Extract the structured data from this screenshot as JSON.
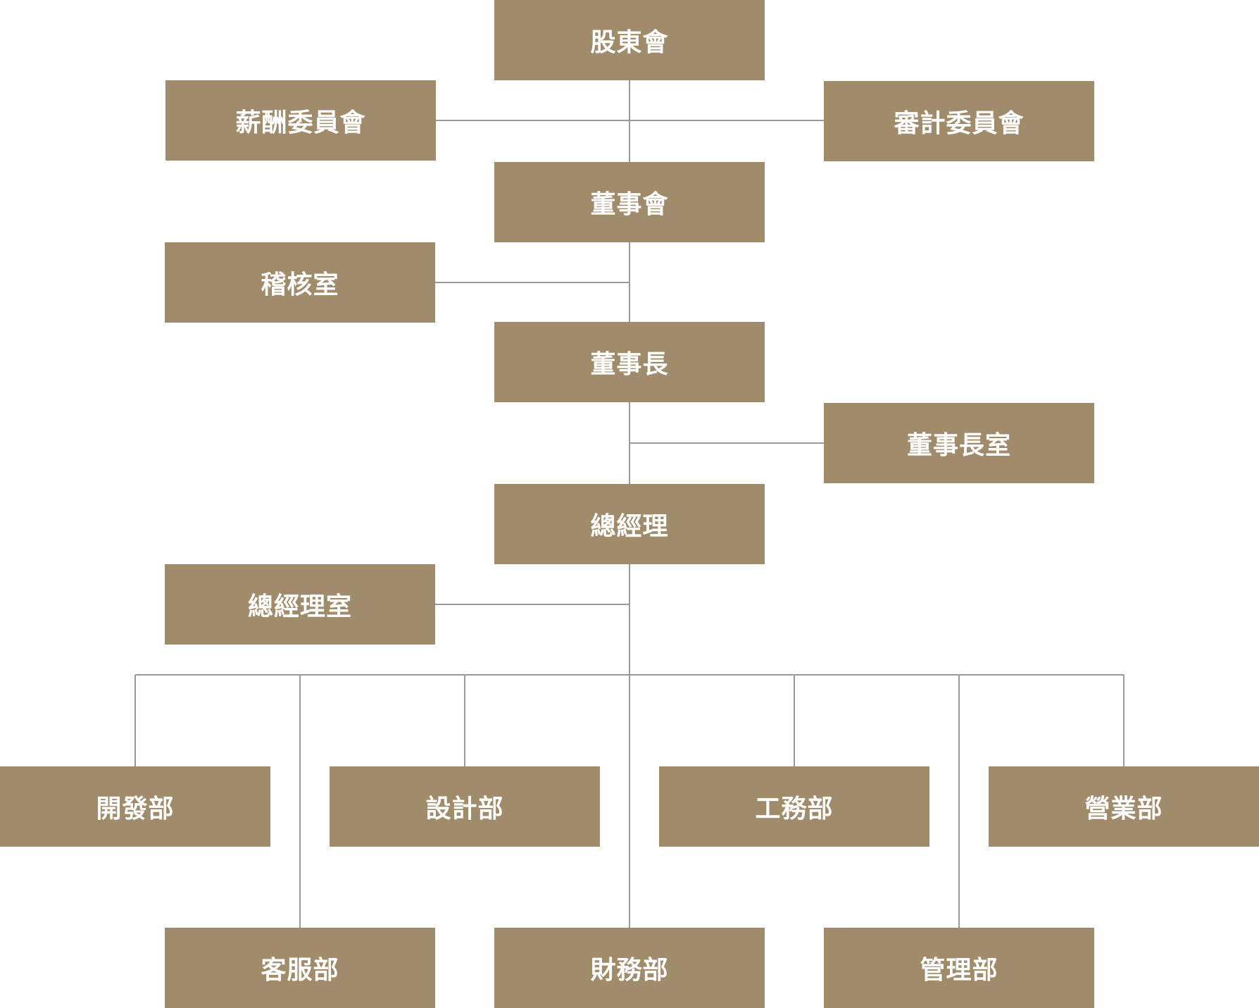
{
  "chart": {
    "box_color": "#a08b6b",
    "text_color": "#ffffff",
    "line_color": "#9a9a9a",
    "nodes": {
      "shareholders": "股東會",
      "remuneration_committee": "薪酬委員會",
      "audit_committee": "審計委員會",
      "board": "董事會",
      "audit_office": "稽核室",
      "chairman": "董事長",
      "chairman_office": "董事長室",
      "general_manager": "總經理",
      "gm_office": "總經理室",
      "development_dept": "開發部",
      "design_dept": "設計部",
      "engineering_dept": "工務部",
      "sales_dept": "營業部",
      "customer_service_dept": "客服部",
      "finance_dept": "財務部",
      "management_dept": "管理部"
    }
  }
}
